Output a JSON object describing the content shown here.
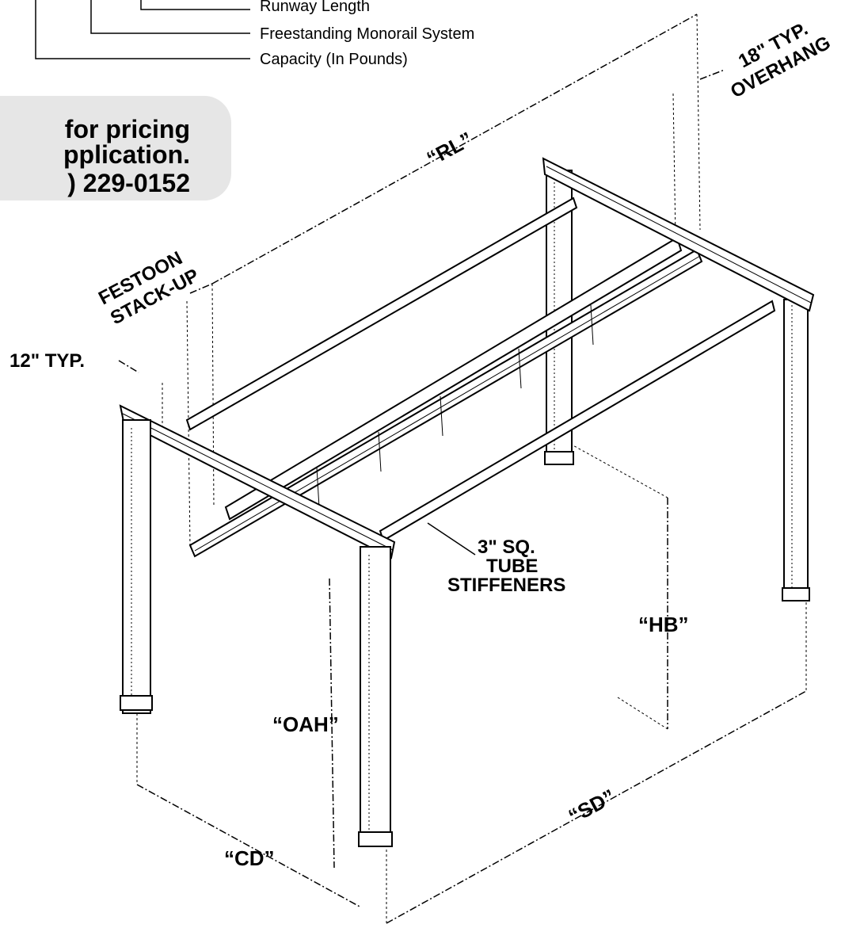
{
  "legend": {
    "items": [
      "Runway Length",
      "Freestanding Monorail System",
      "Capacity (In Pounds)"
    ]
  },
  "callout": {
    "lines": [
      "for pricing",
      "pplication.",
      ") 229-0152"
    ],
    "background": "#e6e6e6"
  },
  "labels": {
    "typ_overhang_1": "18\" TYP.",
    "typ_overhang_2": "OVERHANG",
    "rl": "“RL”",
    "festoon_1": "FESTOON",
    "festoon_2": "STACK-UP",
    "twelve_typ": "12\" TYP.",
    "stiffeners_1": "3\" SQ.",
    "stiffeners_2": "TUBE",
    "stiffeners_3": "STIFFENERS",
    "hb": "“HB”",
    "oah": "“OAH”",
    "cd": "“CD”",
    "sd": "“SD”"
  }
}
